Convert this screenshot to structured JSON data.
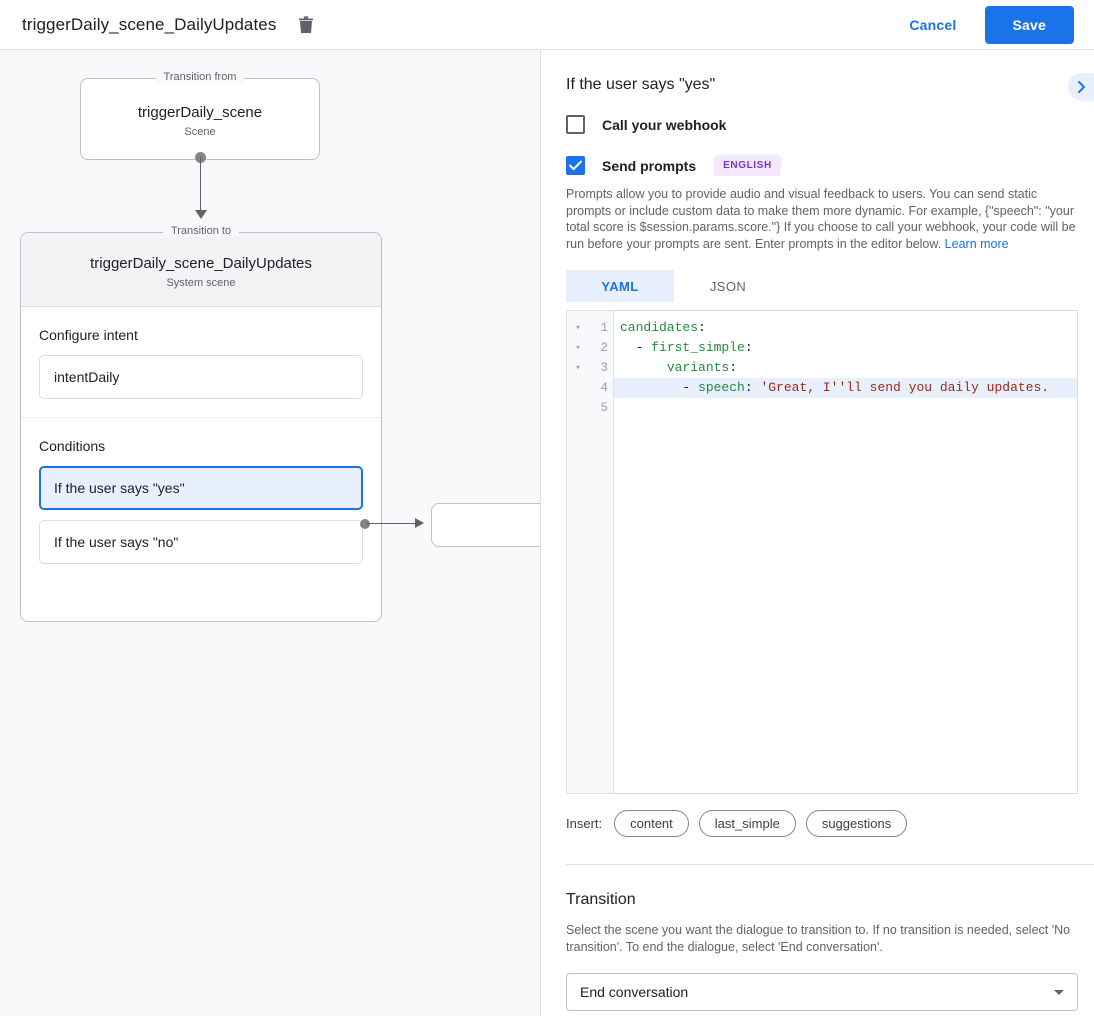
{
  "topbar": {
    "title": "triggerDaily_scene_DailyUpdates",
    "delete_icon": "trash-icon",
    "cancel_label": "Cancel",
    "save_label": "Save",
    "accent_color": "#1a73e8"
  },
  "graph": {
    "from_legend": "Transition from",
    "from_title": "triggerDaily_scene",
    "from_subtitle": "Scene",
    "to_legend": "Transition to",
    "to_title": "triggerDaily_scene_DailyUpdates",
    "to_subtitle": "System scene",
    "intent_section_label": "Configure intent",
    "intent_value": "intentDaily",
    "conditions_section_label": "Conditions",
    "conditions": [
      {
        "label": "If the user says \"yes\"",
        "selected": true
      },
      {
        "label": "If the user says \"no\"",
        "selected": false
      }
    ]
  },
  "panel": {
    "header": "If the user says \"yes\"",
    "collapse_icon": "chevron-right-icon",
    "webhook": {
      "label": "Call your webhook",
      "checked": false
    },
    "prompts": {
      "label": "Send prompts",
      "checked": true,
      "language_badge": "ENGLISH",
      "description": "Prompts allow you to provide audio and visual feedback to users. You can send static prompts or include custom data to make them more dynamic. For example, {\"speech\": \"your total score is $session.params.score.\"} If you choose to call your webhook, your code will be run before your prompts are sent. Enter prompts in the editor below. ",
      "learn_more": "Learn more"
    },
    "format_tabs": [
      {
        "label": "YAML",
        "active": true
      },
      {
        "label": "JSON",
        "active": false
      }
    ],
    "editor": {
      "line_numbers": [
        "1",
        "2",
        "3",
        "4",
        "5"
      ],
      "fold_markers": [
        "▾",
        "▾",
        "▾",
        "",
        ""
      ],
      "highlighted_line": 4,
      "lines": [
        {
          "num": "1",
          "text": "candidates:"
        },
        {
          "num": "2",
          "text": "  - first_simple:"
        },
        {
          "num": "3",
          "text": "      variants:"
        },
        {
          "num": "4",
          "text": "        - speech: 'Great, I''ll send you daily updates."
        },
        {
          "num": "5",
          "text": ""
        }
      ]
    },
    "insert": {
      "label": "Insert:",
      "chips": [
        "content",
        "last_simple",
        "suggestions"
      ]
    },
    "transition": {
      "title": "Transition",
      "description": "Select the scene you want the dialogue to transition to. If no transition is needed, select 'No transition'. To end the dialogue, select 'End conversation'.",
      "selected_value": "End conversation"
    }
  }
}
